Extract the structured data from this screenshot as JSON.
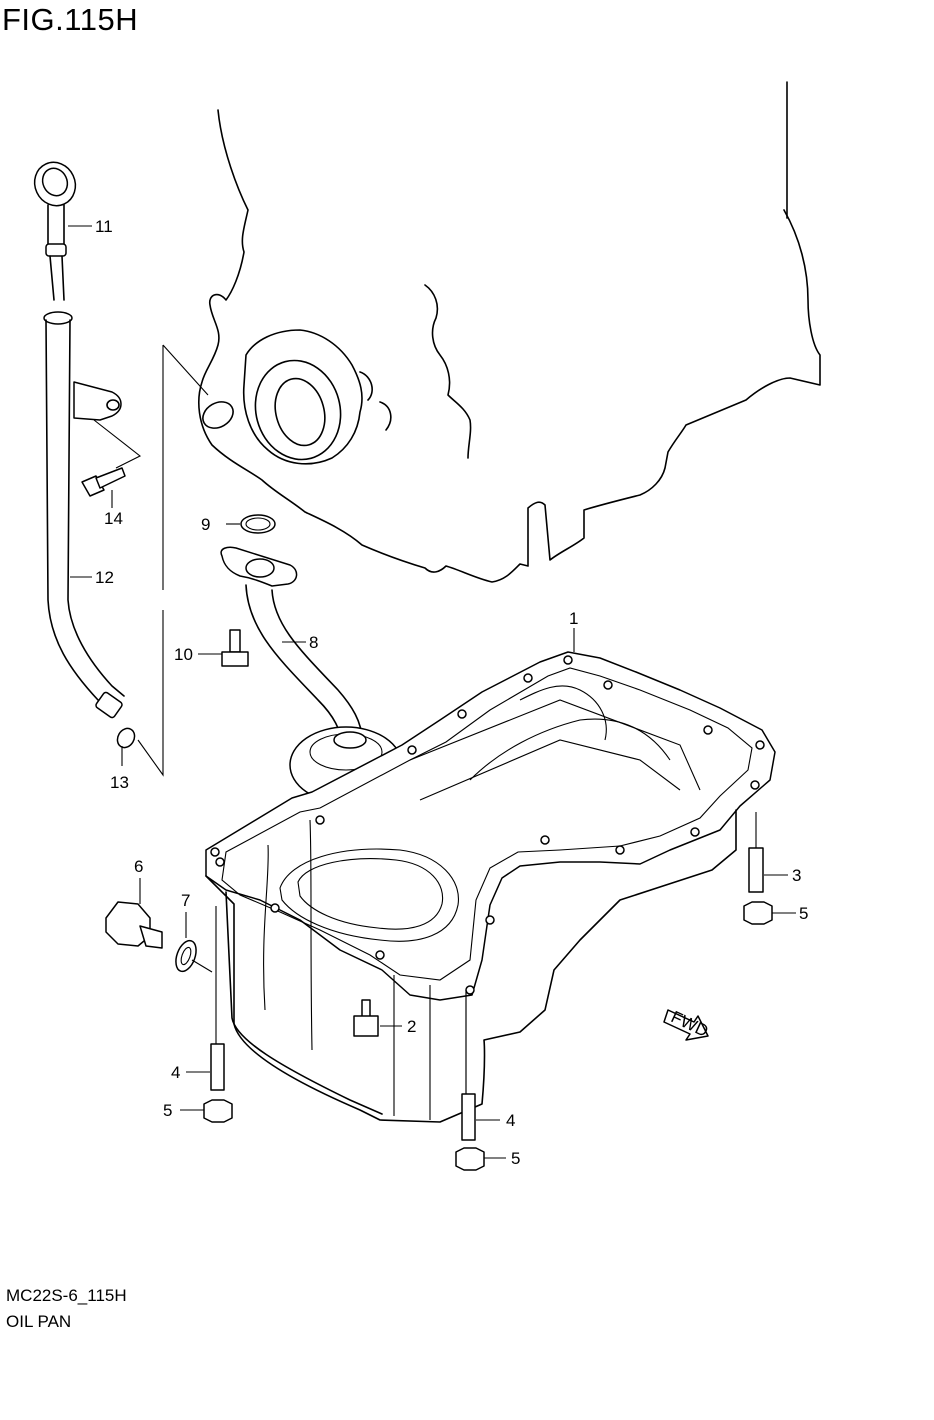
{
  "figure": {
    "title": "FIG.115H",
    "code": "MC22S-6_115H",
    "name": "OIL PAN"
  },
  "fwd_label": "FWD",
  "callouts": [
    {
      "id": "c1",
      "label": "1"
    },
    {
      "id": "c2",
      "label": "2"
    },
    {
      "id": "c3",
      "label": "3"
    },
    {
      "id": "c4a",
      "label": "4"
    },
    {
      "id": "c4b",
      "label": "4"
    },
    {
      "id": "c5a",
      "label": "5"
    },
    {
      "id": "c5b",
      "label": "5"
    },
    {
      "id": "c5c",
      "label": "5"
    },
    {
      "id": "c6",
      "label": "6"
    },
    {
      "id": "c7",
      "label": "7"
    },
    {
      "id": "c8",
      "label": "8"
    },
    {
      "id": "c9",
      "label": "9"
    },
    {
      "id": "c10",
      "label": "10"
    },
    {
      "id": "c11",
      "label": "11"
    },
    {
      "id": "c12",
      "label": "12"
    },
    {
      "id": "c13",
      "label": "13"
    },
    {
      "id": "c14",
      "label": "14"
    }
  ]
}
